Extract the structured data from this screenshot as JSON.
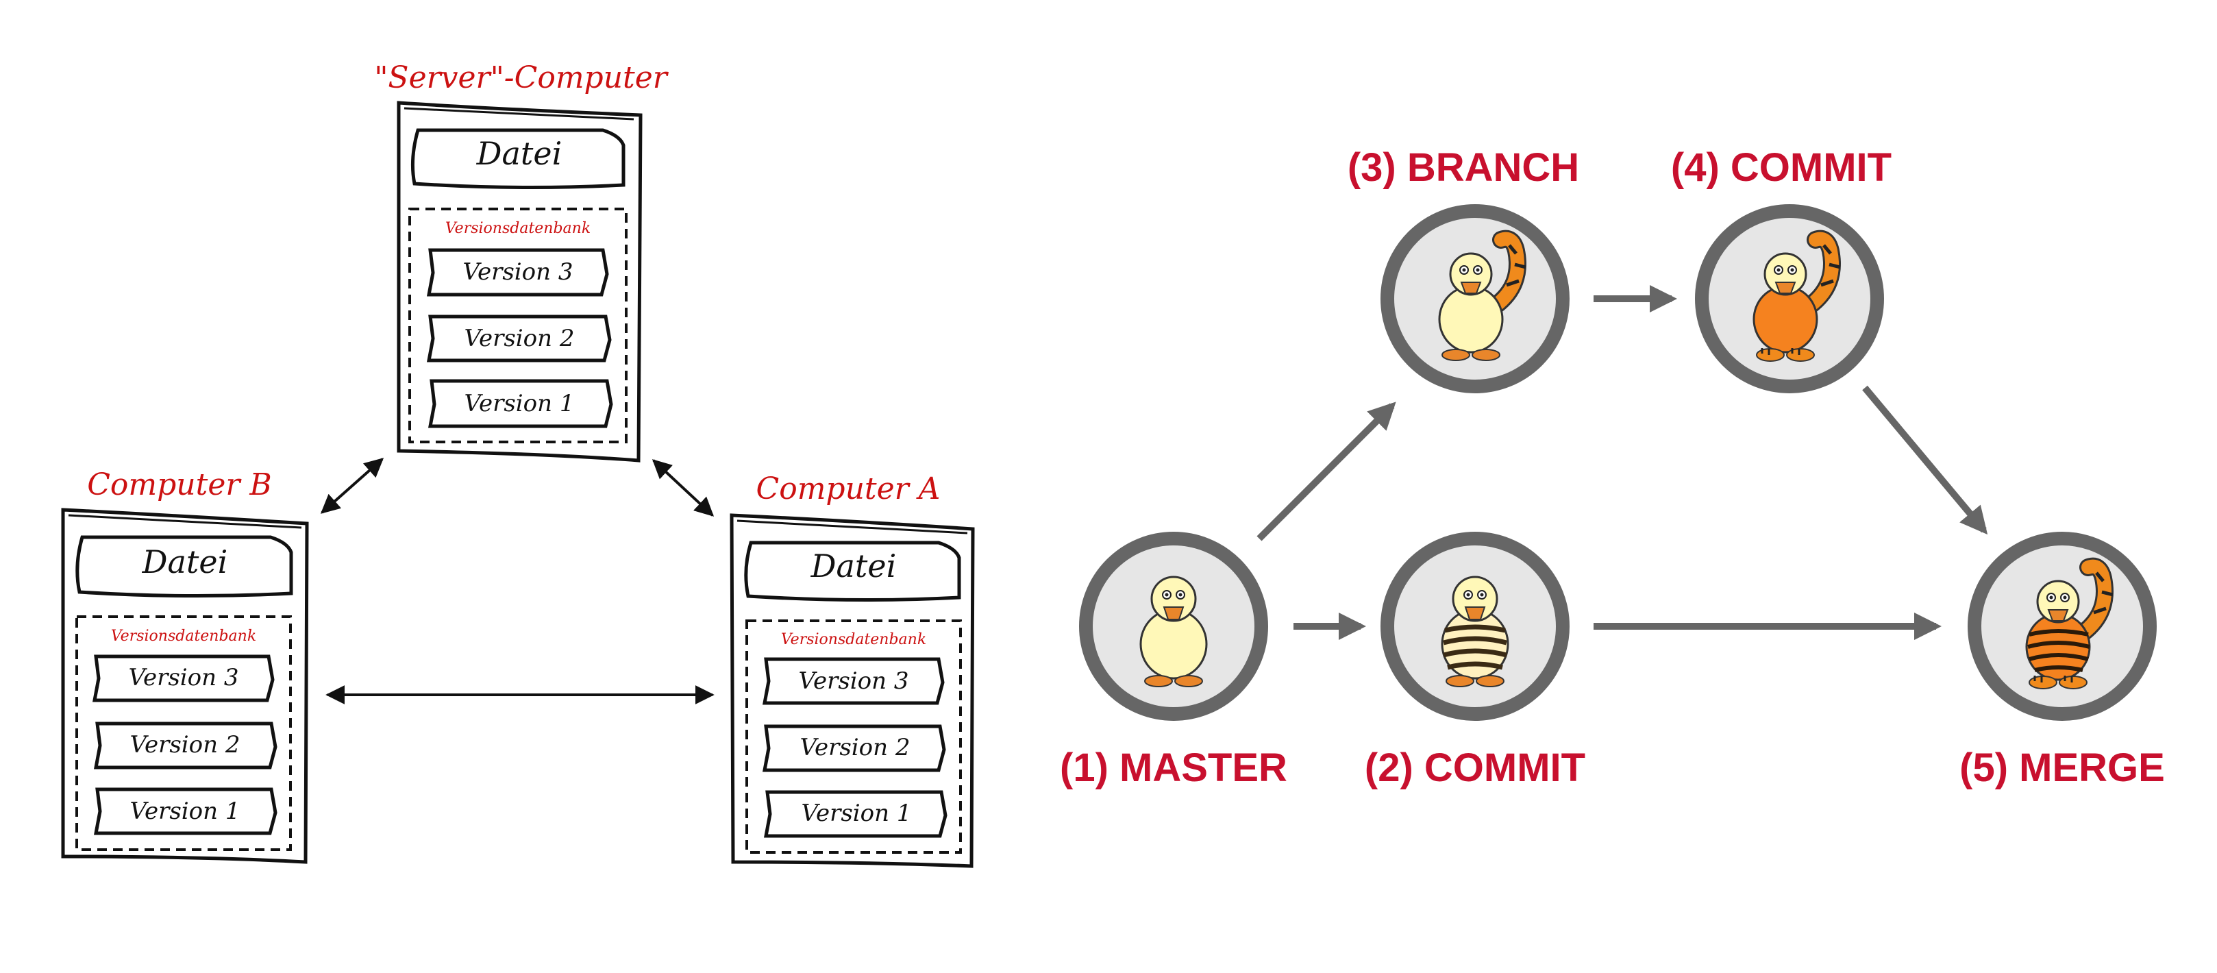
{
  "colors": {
    "red_label": "#cc1111",
    "git_label": "#c8102e",
    "node_ring": "#666666",
    "node_fill": "#e6e6e6",
    "arrow": "#666666",
    "ink": "#111111"
  },
  "vcs": {
    "server": {
      "title": "\"Server\"-Computer",
      "file": "Datei",
      "db_label": "Versionsdatenbank",
      "versions": [
        "Version 3",
        "Version 2",
        "Version 1"
      ]
    },
    "computer_b": {
      "title": "Computer B",
      "file": "Datei",
      "db_label": "Versionsdatenbank",
      "versions": [
        "Version 3",
        "Version 2",
        "Version 1"
      ]
    },
    "computer_a": {
      "title": "Computer A",
      "file": "Datei",
      "db_label": "Versionsdatenbank",
      "versions": [
        "Version 3",
        "Version 2",
        "Version 1"
      ]
    }
  },
  "git": {
    "nodes": [
      {
        "id": "master",
        "label": "(1) MASTER",
        "duck": "plain-duck-icon"
      },
      {
        "id": "commit2",
        "label": "(2) COMMIT",
        "duck": "zebra-striped-duck-icon"
      },
      {
        "id": "branch",
        "label": "(3) BRANCH",
        "duck": "duck-with-tiger-tail-icon"
      },
      {
        "id": "commit4",
        "label": "(4) COMMIT",
        "duck": "orange-duck-with-tiger-tail-icon"
      },
      {
        "id": "merge",
        "label": "(5) MERGE",
        "duck": "tiger-duck-icon"
      }
    ]
  }
}
